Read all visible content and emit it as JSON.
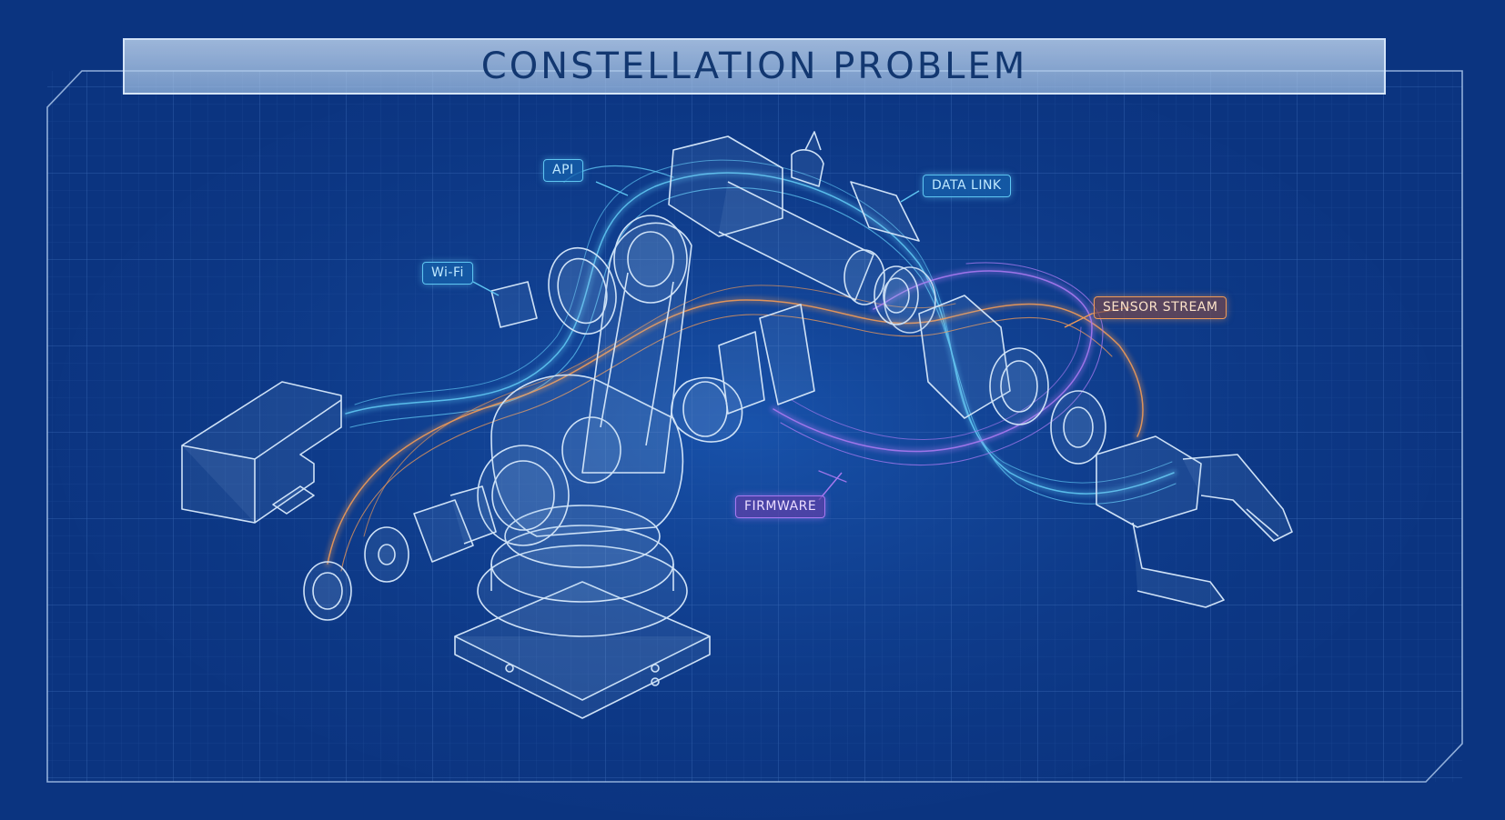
{
  "title": "CONSTELLATION PROBLEM",
  "labels": {
    "api": "API",
    "data_link": "DATA LINK",
    "wifi": "Wi-Fi",
    "sensor_stream": "SENSOR STREAM",
    "firmware": "FIRMWARE"
  },
  "colors": {
    "background": "#0b3480",
    "grid": "#2c5aa6",
    "line_art": "#cfe2f7",
    "stream_blue": "#5fc6f2",
    "stream_orange": "#ef9a57",
    "stream_purple": "#a879f0"
  }
}
